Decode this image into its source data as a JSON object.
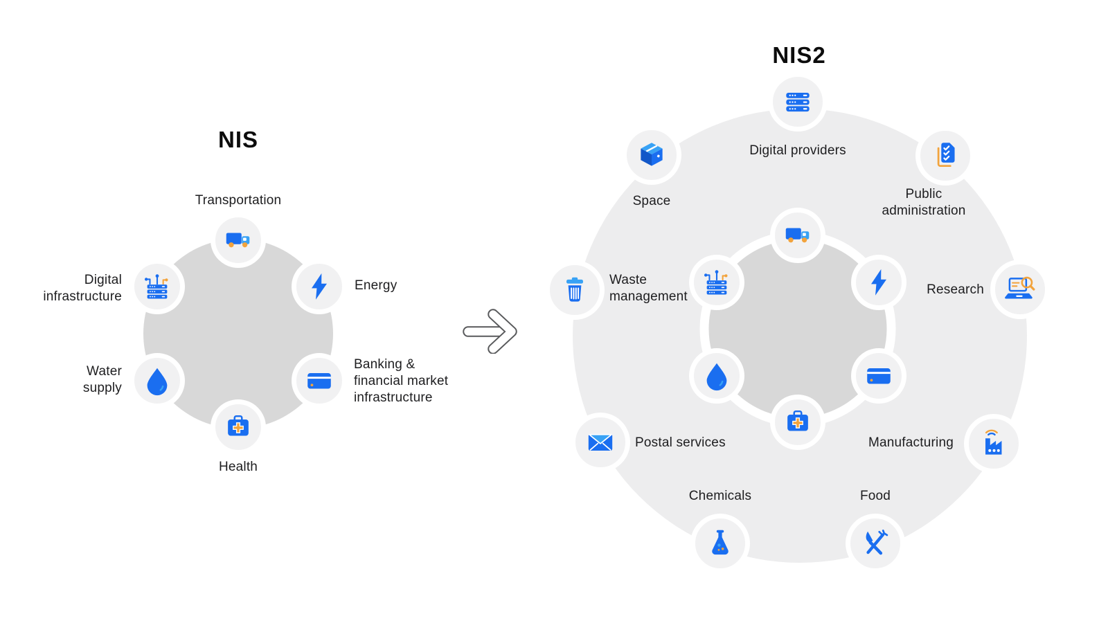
{
  "colors": {
    "primary_blue": "#1a6ef0",
    "light_blue": "#38a2f5",
    "dark_blue": "#1257c8",
    "accent_orange": "#f2a33c",
    "inner_circle_gray": "#d8d8d8",
    "outer_circle_gray": "#ededee",
    "icon_chip_gray": "#f1f1f2",
    "text_color": "#1d1d1f",
    "arrow_outline": "#58595b"
  },
  "left_diagram": {
    "title": "NIS",
    "sectors": [
      {
        "label": "Transportation",
        "icon": "truck-icon"
      },
      {
        "label": "Energy",
        "icon": "lightning-icon"
      },
      {
        "label": "Banking &\nfinancial market\ninfrastructure",
        "icon": "credit-card-icon"
      },
      {
        "label": "Health",
        "icon": "first-aid-kit-icon"
      },
      {
        "label": "Water\nsupply",
        "icon": "water-drop-icon"
      },
      {
        "label": "Digital\ninfrastructure",
        "icon": "server-network-icon"
      }
    ]
  },
  "arrow": {
    "icon": "right-arrow-icon"
  },
  "right_diagram": {
    "title": "NIS2",
    "new_sectors": [
      {
        "label": "Digital providers",
        "icon": "server-stack-icon"
      },
      {
        "label": "Public\nadministration",
        "icon": "checklist-document-icon"
      },
      {
        "label": "Research",
        "icon": "laptop-search-icon"
      },
      {
        "label": "Manufacturing",
        "icon": "smart-factory-icon"
      },
      {
        "label": "Food",
        "icon": "cutlery-icon"
      },
      {
        "label": "Chemicals",
        "icon": "flask-icon"
      },
      {
        "label": "Postal services",
        "icon": "envelope-icon"
      },
      {
        "label": "Waste\nmanagement",
        "icon": "trash-bin-icon"
      },
      {
        "label": "Space",
        "icon": "package-box-icon"
      }
    ],
    "inherited_sectors": [
      {
        "icon": "truck-icon"
      },
      {
        "icon": "lightning-icon"
      },
      {
        "icon": "credit-card-icon"
      },
      {
        "icon": "first-aid-kit-icon"
      },
      {
        "icon": "water-drop-icon"
      },
      {
        "icon": "server-network-icon"
      }
    ]
  }
}
